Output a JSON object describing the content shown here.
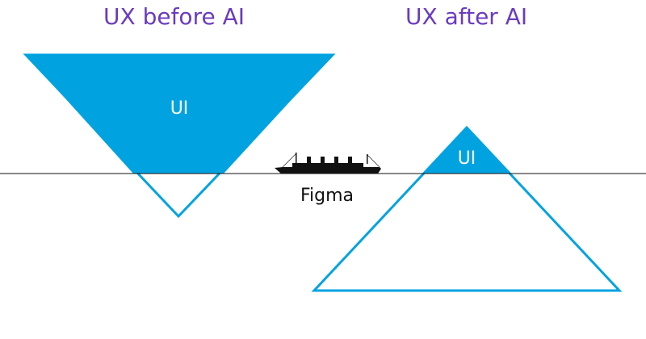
{
  "titles": {
    "before": "UX before AI",
    "after": "UX after AI"
  },
  "labels": {
    "ui_left": "UI",
    "ui_right": "UI",
    "figma": "Figma"
  },
  "colors": {
    "title": "#6b3bbf",
    "accent": "#00a3e0",
    "line": "#111111",
    "ship": "#111111"
  },
  "icons": {
    "ship": "ship-icon"
  }
}
